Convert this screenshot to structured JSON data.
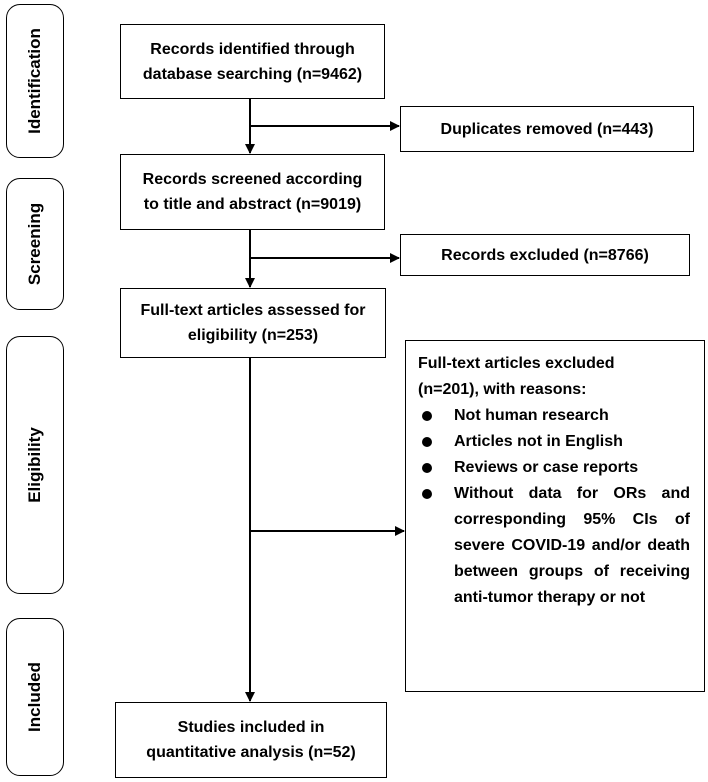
{
  "stages": {
    "identification": "Identification",
    "screening": "Screening",
    "eligibility": "Eligibility",
    "included": "Included"
  },
  "boxes": {
    "identified": {
      "line1": "Records identified through",
      "line2": "database searching (n=9462)"
    },
    "duplicates": {
      "text": "Duplicates removed (n=443)"
    },
    "screened": {
      "line1": "Records screened according",
      "line2": "to title and abstract (n=9019)"
    },
    "excluded": {
      "text": "Records excluded (n=8766)"
    },
    "fulltext": {
      "line1": "Full-text articles assessed for",
      "line2": "eligibility (n=253)"
    },
    "fulltext_excluded": {
      "head1": "Full-text articles excluded",
      "head2": "(n=201), with reasons:",
      "reasons": [
        "Not human research",
        "Articles not in English",
        "Reviews or case reports",
        "Without data for ORs and corresponding 95% CIs of severe COVID-19 and/or death between groups of receiving anti-tumor therapy or not"
      ]
    },
    "included": {
      "line1": "Studies included in",
      "line2": "quantitative analysis (n=52)"
    }
  }
}
